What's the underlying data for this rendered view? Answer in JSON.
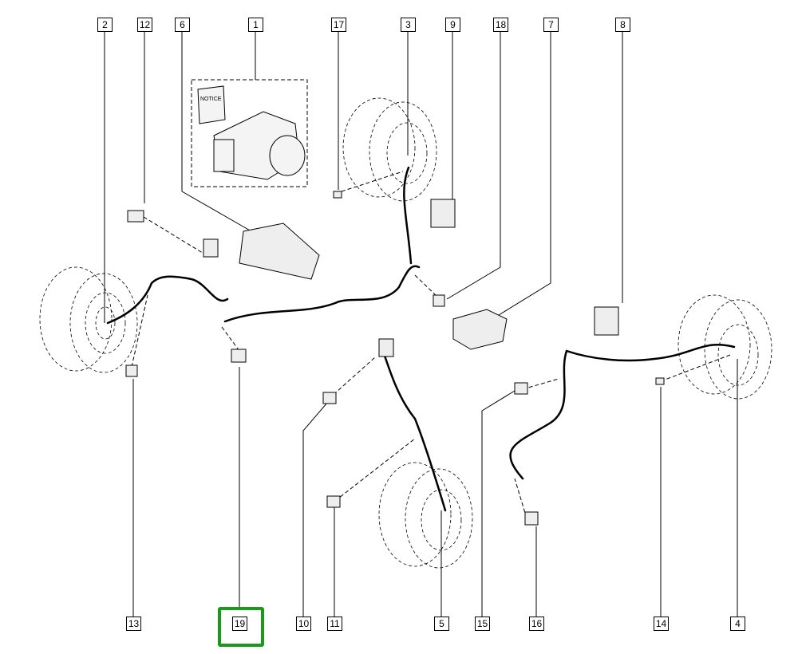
{
  "diagram": {
    "booklet_text": "NOTICE",
    "highlight_color": "#1a9a1a",
    "selected_part": "19",
    "callouts_top": [
      "2",
      "12",
      "6",
      "1",
      "17",
      "3",
      "9",
      "18",
      "7",
      "8"
    ],
    "callouts_bottom": [
      "13",
      "19",
      "10",
      "11",
      "5",
      "15",
      "16",
      "14",
      "4"
    ]
  }
}
